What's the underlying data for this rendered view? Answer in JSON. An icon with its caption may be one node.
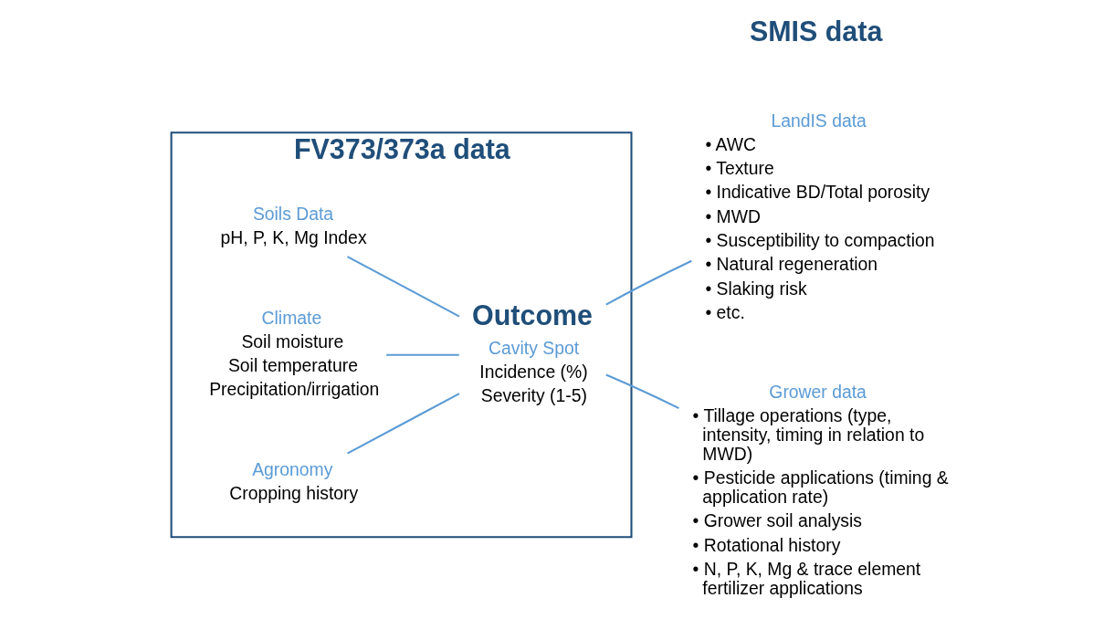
{
  "diagram": {
    "nodes": [
      {
        "text": [
          "FV373/373a data"
        ]
      },
      {
        "text": [
          "Soils Data",
          "pH, P, K, Mg Index"
        ],
        "in": 0
      },
      {
        "text": [
          "Climate",
          "Soil moisture",
          "Soil temperature",
          "Precipitation/irrigation"
        ],
        "in": 0
      },
      {
        "text": [
          "Agronomy",
          "Cropping history"
        ],
        "in": 0
      },
      {
        "text": [
          "Outcome",
          "Cavity Spot",
          "Incidence (%)",
          "Severity (1-5)"
        ],
        "in": 0
      },
      {
        "text": [
          "LandIS data",
          "• AWC",
          "• Texture",
          "• Indicative BD/Total porosity",
          "• MWD",
          "• Susceptibility to compaction",
          "• Natural regeneration",
          "• Slaking risk",
          "• etc."
        ]
      },
      {
        "text": [
          "Grower data",
          "• Tillage operations (type, intensity, timing in relation to MWD)",
          "• Pesticide applications (timing & application rate)",
          "• Grower soil analysis",
          "• Rotational history",
          "• N, P, K, Mg & trace element fertilizer applications"
        ]
      }
    ],
    "edges": [
      {
        "from": 1,
        "to": 4,
        "arrow": "none"
      },
      {
        "from": 2,
        "to": 4,
        "arrow": "none"
      },
      {
        "from": 3,
        "to": 4,
        "arrow": "none"
      },
      {
        "from": 5,
        "to": 4,
        "arrow": "none"
      },
      {
        "from": 6,
        "to": 4,
        "arrow": "none"
      }
    ],
    "labels": [
      "SMIS data"
    ]
  }
}
